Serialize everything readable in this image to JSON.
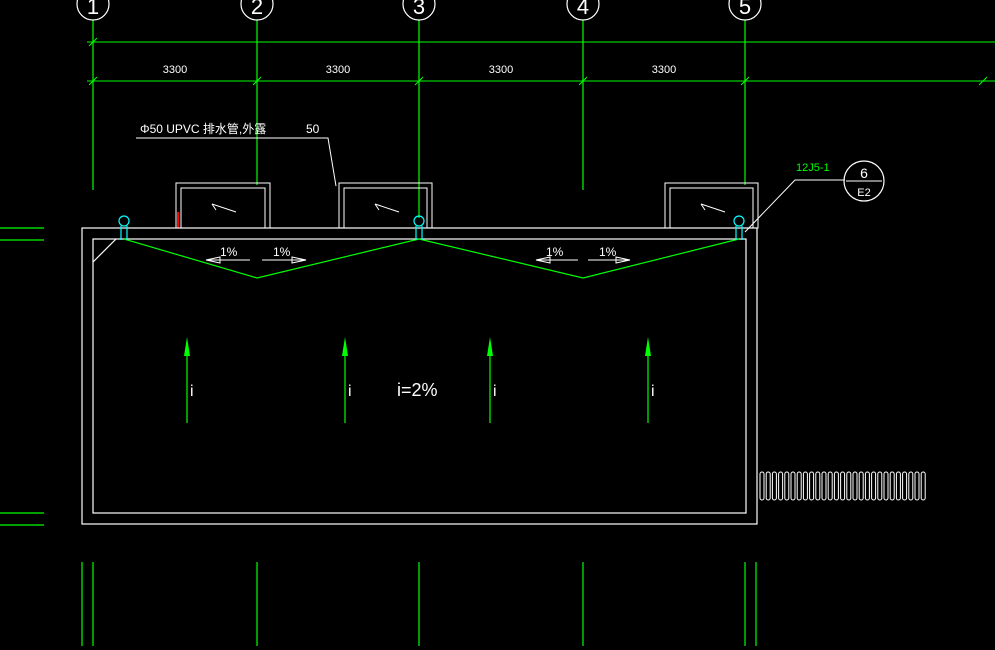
{
  "grid_axes": [
    "1",
    "2",
    "3",
    "4",
    "5"
  ],
  "dimensions": [
    "3300",
    "3300",
    "3300",
    "3300"
  ],
  "pipe_note": {
    "text": "Φ50 UPVC  排水管,外露",
    "value": "50"
  },
  "detail_ref": {
    "code": "12J5-1",
    "number": "6",
    "sheet": "E2"
  },
  "slopes": {
    "gutter": [
      "1%",
      "1%",
      "1%",
      "1%"
    ],
    "roof_arrow": "i",
    "roof_main": "i=2%"
  },
  "colors": {
    "background": "#000000",
    "grid": "#00ff00",
    "outline": "#ffffff",
    "drain": "#00ffff",
    "accent": "#ff0000"
  }
}
